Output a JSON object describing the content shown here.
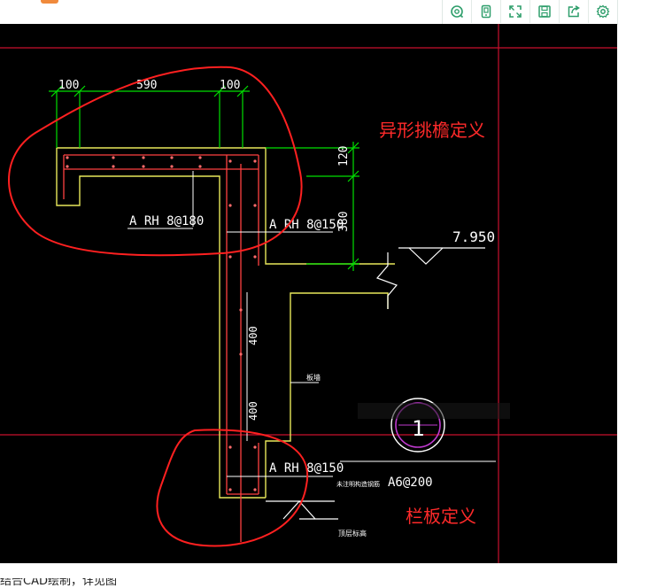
{
  "toolbar": {
    "buttons": [
      {
        "name": "zoom-icon"
      },
      {
        "name": "phone-icon"
      },
      {
        "name": "fullscreen-icon"
      },
      {
        "name": "save-icon"
      },
      {
        "name": "share-icon"
      },
      {
        "name": "settings-icon"
      }
    ],
    "accent_color": "#2e9e6b"
  },
  "drawing": {
    "dimensions": {
      "top_left": "100",
      "top_middle": "590",
      "top_right": "100",
      "side_top": "120",
      "side_bottom": "380",
      "wall_upper": "400",
      "wall_lower": "400"
    },
    "rebar_labels": {
      "eave": "A RH 8@180",
      "wall_top": "A RH 8@150",
      "parapet": "A RH 8@150",
      "parapet_note": "A6@200"
    },
    "elevation": "7.950",
    "section_number": "1",
    "small_notes": {
      "wall_note": "板墙",
      "parapet_prefix": "未注明构造钢筋",
      "bottom_note": "顶层标高"
    },
    "annotations": {
      "eave_label": "异形挑檐定义",
      "parapet_label": "栏板定义"
    },
    "annotation_color": "#ff2a2a"
  },
  "footer": {
    "text": "结合CAD绘制，详见图"
  }
}
